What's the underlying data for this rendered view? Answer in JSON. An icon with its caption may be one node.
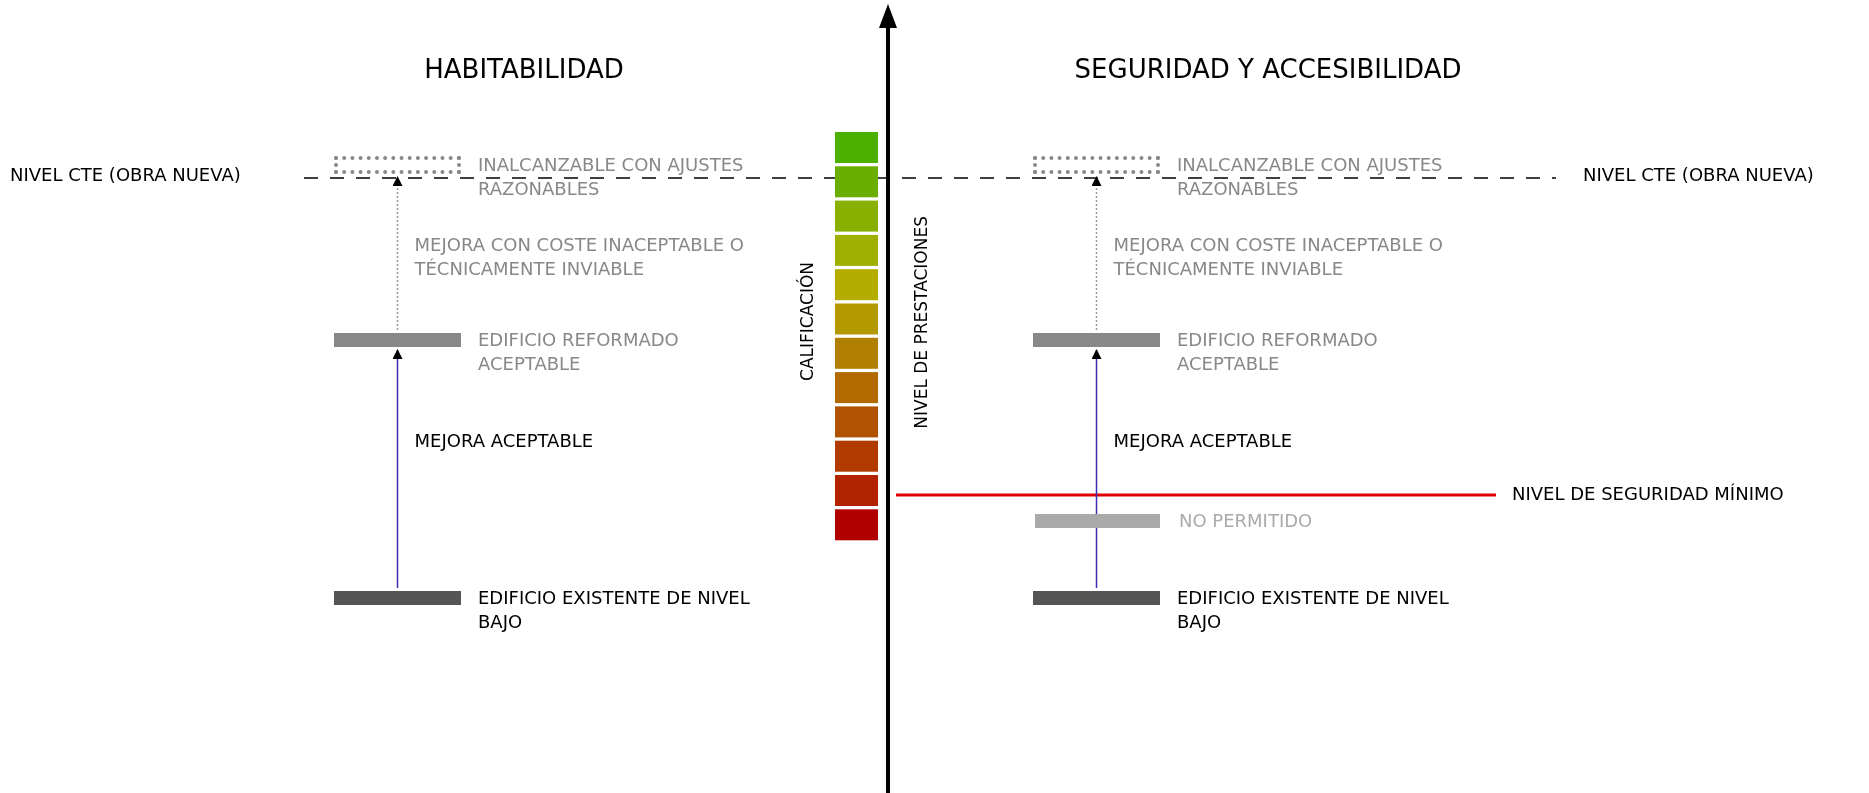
{
  "diagram": {
    "nodes": [
      {
        "text": [],
        "shape": "box",
        "beside": [
          "INALCANZABLE CON AJUSTES RAZONABLES"
        ]
      },
      {
        "text": [],
        "shape": "bar",
        "beside": [
          "EDIFICIO REFORMADO ACEPTABLE"
        ]
      },
      {
        "text": [],
        "shape": "bar",
        "beside": [
          "EDIFICIO EXISTENTE DE NIVEL BAJO"
        ]
      },
      {
        "text": [],
        "shape": "box",
        "beside": [
          "INALCANZABLE CON AJUSTES RAZONABLES"
        ]
      },
      {
        "text": [],
        "shape": "bar",
        "beside": [
          "EDIFICIO REFORMADO ACEPTABLE"
        ]
      },
      {
        "text": [],
        "shape": "bar",
        "beside": [
          "NO PERMITIDO"
        ]
      },
      {
        "text": [],
        "shape": "bar",
        "beside": [
          "EDIFICIO EXISTENTE DE NIVEL BAJO"
        ]
      }
    ],
    "edges": [
      {
        "from": 2,
        "to": 1,
        "arrow": "to",
        "label": "MEJORA ACEPTABLE",
        "color": "#3a2db4"
      },
      {
        "from": 1,
        "to": 0,
        "arrow": "to",
        "label": "MEJORA CON COSTE INACEPTABLE O TÉCNICAMENTE INVIABLE",
        "style": "dashed",
        "color": "#999999"
      },
      {
        "from": 6,
        "to": 4,
        "arrow": "to",
        "label": "MEJORA ACEPTABLE",
        "color": "#3a2db4"
      },
      {
        "from": 4,
        "to": 3,
        "arrow": "to",
        "label": "MEJORA CON COSTE INACEPTABLE O TÉCNICAMENTE INVIABLE",
        "style": "dashed",
        "color": "#999999"
      }
    ],
    "labels": [
      "HABITABILIDAD",
      "SEGURIDAD Y ACCESIBILIDAD",
      "NIVEL CTE (OBRA NUEVA)",
      "NIVEL CTE (OBRA NUEVA)",
      "CALIFICACIÓN",
      "NIVEL DE PRESTACIONES",
      "NIVEL DE SEGURIDAD MÍNIMO"
    ]
  }
}
